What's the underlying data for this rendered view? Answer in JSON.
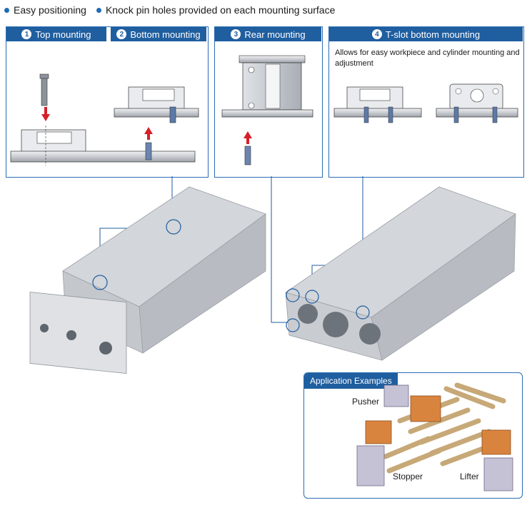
{
  "features": [
    {
      "label": "Easy positioning"
    },
    {
      "label": "Knock pin holes provided on each mounting surface"
    }
  ],
  "panels": [
    {
      "number": "1",
      "title": "Top mounting"
    },
    {
      "number": "2",
      "title": "Bottom mounting"
    },
    {
      "number": "3",
      "title": "Rear mounting"
    },
    {
      "number": "4",
      "title": "T-slot bottom mounting",
      "description": "Allows for easy workpiece and cylinder mounting and adjustment"
    }
  ],
  "applications": {
    "title": "Application Examples",
    "labels": {
      "pusher": "Pusher",
      "stopper": "Stopper",
      "lifter": "Lifter"
    }
  },
  "colors": {
    "accent": "#1f5e9f",
    "arrow": "#d6202a",
    "box": "#d9843e",
    "rod": "#d7b98a",
    "metal": "#c9ccd1"
  }
}
